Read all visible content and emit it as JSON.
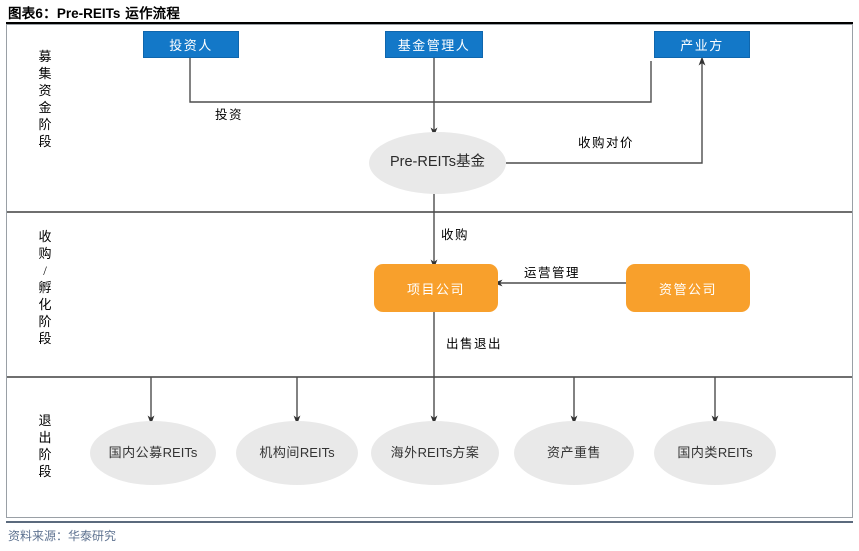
{
  "title": {
    "figure_no": "图表6：",
    "latin": "Pre-REITs",
    "rest": "运作流程"
  },
  "source": "资料来源：华泰研究",
  "stages": [
    {
      "name": "fundraising",
      "label": "募集资金阶段"
    },
    {
      "name": "acquisition-incubation",
      "label": "收购/孵化阶段"
    },
    {
      "name": "exit",
      "label": "退出阶段"
    }
  ],
  "nodes": {
    "investor": "投资人",
    "fund_manager": "基金管理人",
    "industry_party": "产业方",
    "pre_reits_fund_latin": "Pre-REITs",
    "pre_reits_fund_cjk": "基金",
    "project_company": "项目公司",
    "asset_management_company": "资管公司"
  },
  "edge_labels": {
    "investment": "投资",
    "acquisition_consideration": "收购对价",
    "acquisition": "收购",
    "operation_management": "运营管理",
    "sale_exit": "出售退出"
  },
  "exit_options": [
    {
      "cjk_pre": "国内公募",
      "latin": "REITs",
      "cjk_post": ""
    },
    {
      "cjk_pre": "机构间",
      "latin": "REITs",
      "cjk_post": ""
    },
    {
      "cjk_pre": "海外",
      "latin": "REITs",
      "cjk_post": "方案"
    },
    {
      "cjk_pre": "资产重售",
      "latin": "",
      "cjk_post": ""
    },
    {
      "cjk_pre": "国内类",
      "latin": "REITs",
      "cjk_post": ""
    }
  ],
  "colors": {
    "blue_box": "#1378c8",
    "orange_box": "#f8a02c",
    "ellipse_gray": "#e9e9e9",
    "line": "#4d4d4d",
    "source_text": "#5f7391"
  }
}
